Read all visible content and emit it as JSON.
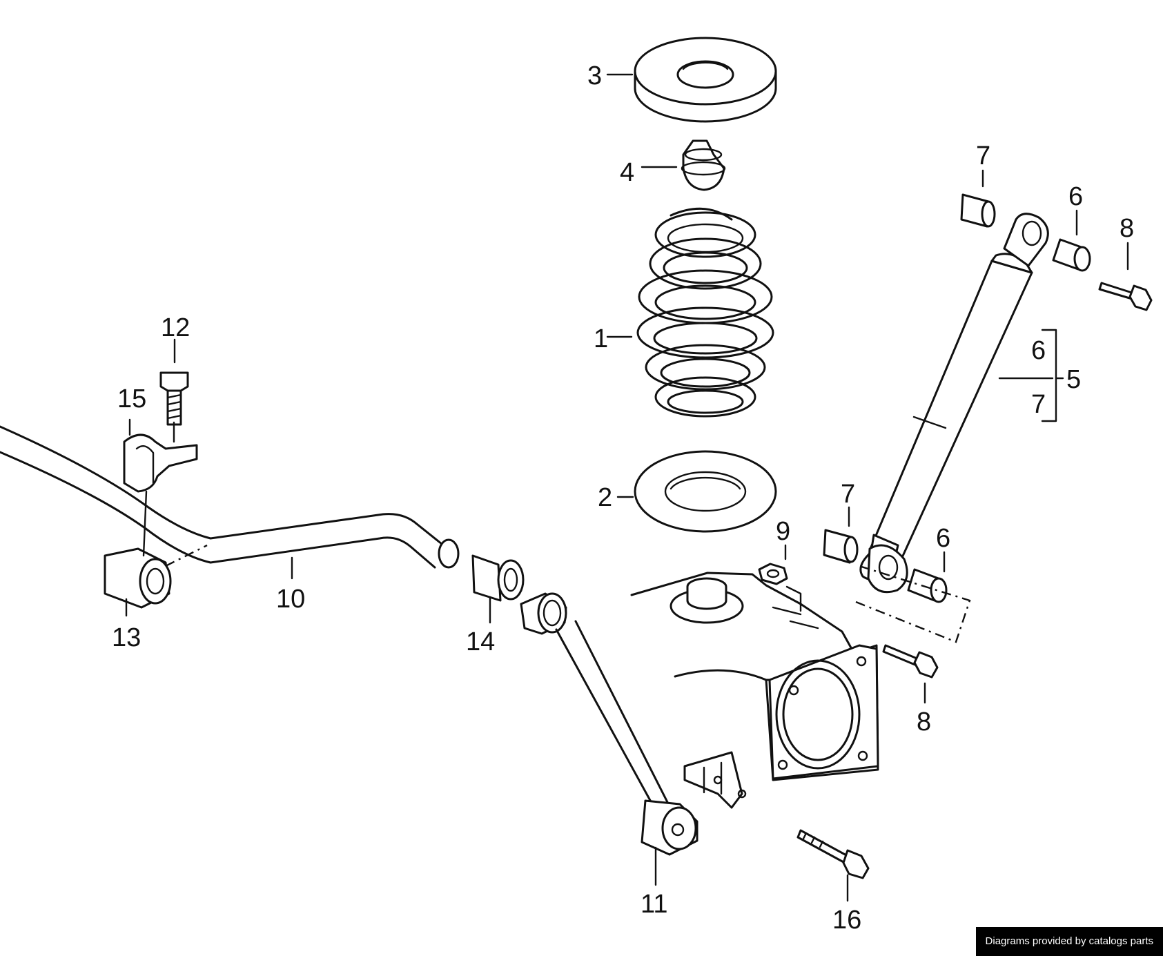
{
  "diagram": {
    "callouts": [
      {
        "id": "1",
        "label": "1"
      },
      {
        "id": "2",
        "label": "2"
      },
      {
        "id": "3",
        "label": "3"
      },
      {
        "id": "4",
        "label": "4"
      },
      {
        "id": "5",
        "label": "5"
      },
      {
        "id": "6a",
        "label": "6"
      },
      {
        "id": "6b",
        "label": "6"
      },
      {
        "id": "6c",
        "label": "6"
      },
      {
        "id": "7a",
        "label": "7"
      },
      {
        "id": "7b",
        "label": "7"
      },
      {
        "id": "7c",
        "label": "7"
      },
      {
        "id": "8a",
        "label": "8"
      },
      {
        "id": "8b",
        "label": "8"
      },
      {
        "id": "9",
        "label": "9"
      },
      {
        "id": "10",
        "label": "10"
      },
      {
        "id": "11",
        "label": "11"
      },
      {
        "id": "12",
        "label": "12"
      },
      {
        "id": "13",
        "label": "13"
      },
      {
        "id": "14",
        "label": "14"
      },
      {
        "id": "15",
        "label": "15"
      },
      {
        "id": "16",
        "label": "16"
      }
    ]
  },
  "footer": {
    "credit": "Diagrams provided by catalogs parts"
  }
}
